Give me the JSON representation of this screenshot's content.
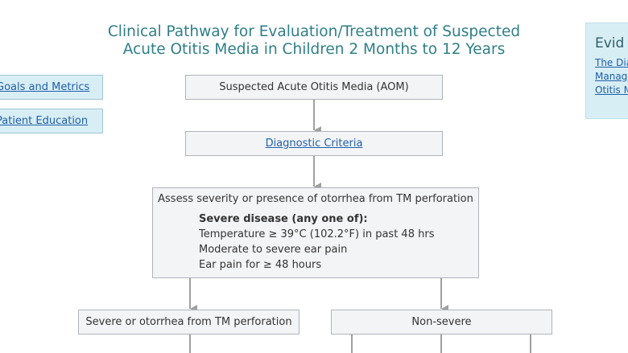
{
  "title": {
    "line1": "Clinical Pathway for Evaluation/Treatment of Suspected",
    "line2": "Acute Otitis Media in Children 2 Months to 12 Years"
  },
  "side_links": {
    "goals": "Goals and Metrics",
    "education": "Patient Education"
  },
  "evidence_panel": {
    "title": "Evid",
    "lines": [
      "The Dia",
      "Manag",
      "Otitis M"
    ]
  },
  "nodes": {
    "start": "Suspected Acute Otitis Media (AOM)",
    "diagnostic": "Diagnostic Criteria",
    "assess": {
      "intro": "Assess severity or presence of otorrhea from TM perforation",
      "heading": "Severe disease (any one of):",
      "items": [
        "Temperature ≥ 39°C (102.2°F) in past 48 hrs",
        "Moderate to severe ear pain",
        "Ear pain for ≥ 48 hours"
      ]
    },
    "severe": "Severe or otorrhea from TM perforation",
    "nonsevere": "Non-severe"
  },
  "colors": {
    "title": "#2f7f88",
    "node_fill": "#f3f4f6",
    "node_border": "#aeb4bb",
    "side_fill": "#d8eef5",
    "link": "#1f5fa8",
    "arrow": "#a0a0a0"
  }
}
